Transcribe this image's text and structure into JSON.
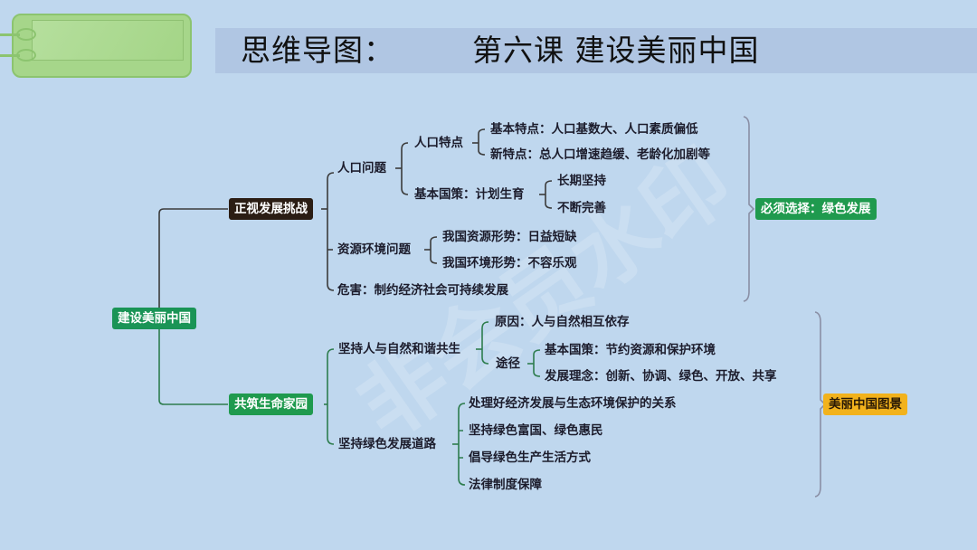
{
  "header": {
    "title_left": "思维导图：",
    "title_right": "第六课  建设美丽中国"
  },
  "watermark": "非会员水印",
  "mindmap": {
    "root": "建设美丽中国",
    "branch1": {
      "label": "正视发展挑战",
      "population": {
        "label": "人口问题",
        "features": {
          "label": "人口特点",
          "basic": "基本特点：人口基数大、人口素质偏低",
          "new": "新特点：总人口增速趋缓、老龄化加剧等"
        },
        "policy": {
          "label": "基本国策：计划生育",
          "items": [
            "长期坚持",
            "不断完善"
          ]
        }
      },
      "resources": {
        "label": "资源环境问题",
        "items": [
          "我国资源形势：日益短缺",
          "我国环境形势：不容乐观"
        ]
      },
      "harm": "危害：制约经济社会可持续发展",
      "conclusion": "必须选择：绿色发展"
    },
    "branch2": {
      "label": "共筑生命家园",
      "harmony": {
        "label": "坚持人与自然和谐共生",
        "reason": "原因：人与自然相互依存",
        "path": {
          "label": "途径",
          "items": [
            "基本国策：节约资源和保护环境",
            "发展理念：创新、协调、绿色、开放、共享"
          ]
        }
      },
      "green_road": {
        "label": "坚持绿色发展道路",
        "items": [
          "处理好经济发展与生态环境保护的关系",
          "坚持绿色富国、绿色惠民",
          "倡导绿色生产生活方式",
          "法律制度保障"
        ]
      },
      "conclusion": "美丽中国图景"
    }
  },
  "colors": {
    "background": "#bfd7ee",
    "root_green": "#1a9456",
    "brown": "#2b1d14",
    "green": "#1f9a4e",
    "yellow": "#f2b21c"
  }
}
